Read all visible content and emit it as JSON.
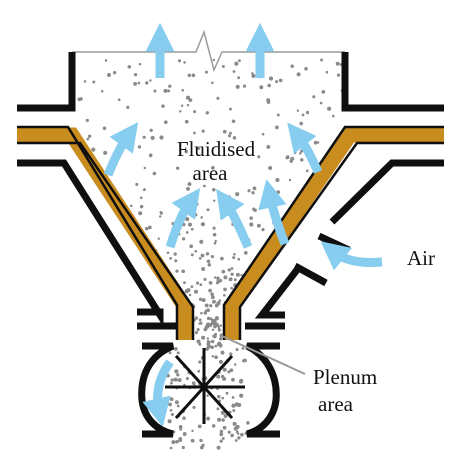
{
  "labels": {
    "fluidised_line1": "Fluidised",
    "fluidised_line2": "area",
    "air": "Air",
    "plenum_line1": "Plenum",
    "plenum_line2": "area"
  },
  "colors": {
    "wall": "#0f0f0f",
    "cone_liner": "#c98c1e",
    "air_arrow": "#86cdf0",
    "particle": "#8a8a8a",
    "leader_line": "#9a9a9a"
  },
  "icons": {
    "exhaust": "up-arrow-icon",
    "airflow": "curved-arrow-icon",
    "rotor": "impeller-icon",
    "break": "break-line-icon"
  }
}
